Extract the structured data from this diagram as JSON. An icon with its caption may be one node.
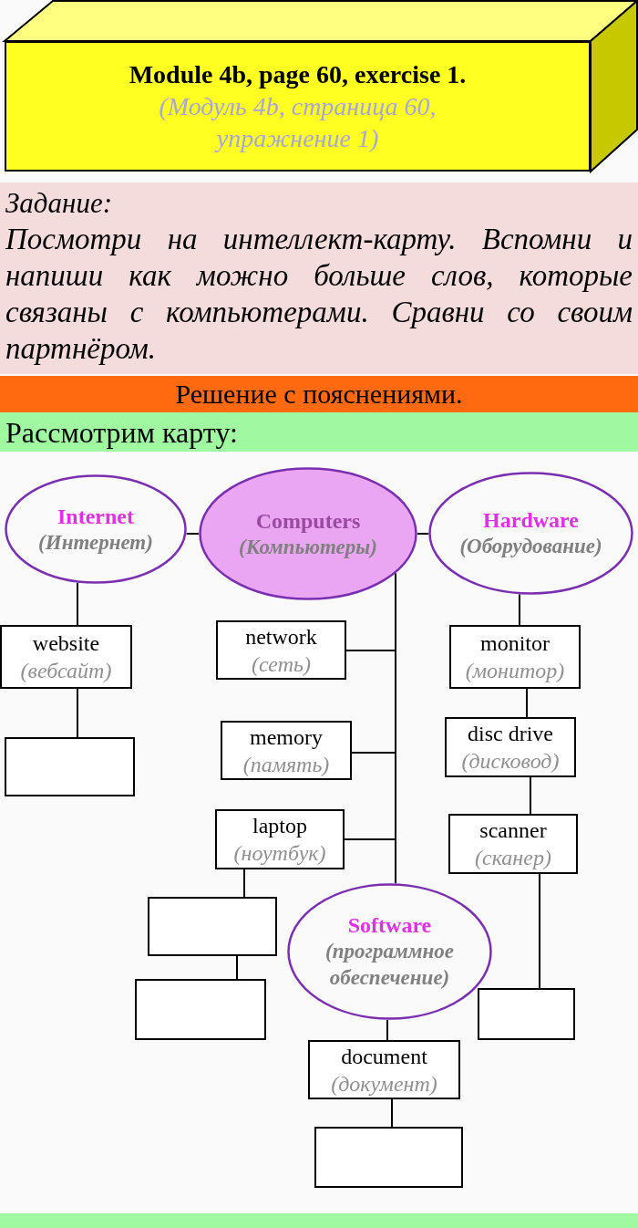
{
  "diagram": {
    "nodes": [
      {
        "text": [
          "Module 4b, page 60, exercise 1.",
          "(Модуль 4b, страница 60, упражнение 1)"
        ]
      },
      {
        "text": [
          "Задание:",
          "Посмотри на интеллект-карту. Вспомни и напиши как можно больше слов, которые связаны с компьютерами. Сравни со своим партнёром."
        ]
      },
      {
        "text": [
          "Решение с пояснениями."
        ]
      },
      {
        "text": [
          "Рассмотрим карту:"
        ]
      },
      {
        "text": [
          "Internet",
          "(Интернет)"
        ]
      },
      {
        "text": [
          "Computers",
          "(Компьютеры)"
        ]
      },
      {
        "text": [
          "Hardware",
          "(Оборудование)"
        ]
      },
      {
        "text": [
          "website",
          "(вебсайт)"
        ]
      },
      {
        "text": [],
        "shape": "box"
      },
      {
        "text": [
          "network",
          "(сеть)"
        ]
      },
      {
        "text": [
          "monitor",
          "(монитор)"
        ]
      },
      {
        "text": [
          "memory",
          "(память)"
        ]
      },
      {
        "text": [
          "disc drive",
          "(дисковод)"
        ]
      },
      {
        "text": [
          "laptop",
          "(ноутбук)"
        ]
      },
      {
        "text": [
          "scanner",
          "(сканер)"
        ]
      },
      {
        "text": [],
        "shape": "box"
      },
      {
        "text": [
          "Software",
          "(программное обеспечение)"
        ]
      },
      {
        "text": [],
        "shape": "box"
      },
      {
        "text": [],
        "shape": "box"
      },
      {
        "text": [
          "document",
          "(документ)"
        ]
      },
      {
        "text": [],
        "shape": "box"
      },
      {
        "text": [],
        "shape": "bar"
      }
    ],
    "edges": [
      {
        "from": 4,
        "to": 5,
        "arrow": "none"
      },
      {
        "from": 5,
        "to": 6,
        "arrow": "none"
      },
      {
        "from": 4,
        "to": 7,
        "arrow": "none"
      },
      {
        "from": 7,
        "to": 8,
        "arrow": "none"
      },
      {
        "from": 9,
        "to": 5,
        "arrow": "none"
      },
      {
        "from": 11,
        "to": 5,
        "arrow": "none"
      },
      {
        "from": 13,
        "to": 5,
        "arrow": "none"
      },
      {
        "from": 5,
        "to": 16,
        "arrow": "none"
      },
      {
        "from": 6,
        "to": 10,
        "arrow": "none"
      },
      {
        "from": 10,
        "to": 12,
        "arrow": "none"
      },
      {
        "from": 12,
        "to": 14,
        "arrow": "none"
      },
      {
        "from": 14,
        "to": 18,
        "arrow": "none"
      },
      {
        "from": 13,
        "to": 15,
        "arrow": "none"
      },
      {
        "from": 15,
        "to": 17,
        "arrow": "none"
      },
      {
        "from": 16,
        "to": 19,
        "arrow": "none"
      },
      {
        "from": 19,
        "to": 20,
        "arrow": "none"
      }
    ]
  }
}
